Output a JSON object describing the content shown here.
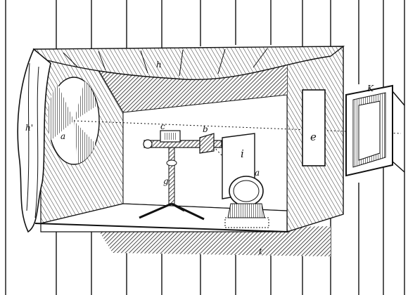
{
  "colors": {
    "ink": "#111111",
    "paper": "#ffffff",
    "shadow": "#2a2a2a"
  },
  "labels": {
    "curtain": "h'",
    "disc": "a",
    "canopy": "h",
    "eyepiece": "c",
    "prism": "b",
    "stand": "g",
    "screen": "i",
    "lens": "a",
    "base_mark": "t",
    "window": "e",
    "shutter": "K"
  }
}
